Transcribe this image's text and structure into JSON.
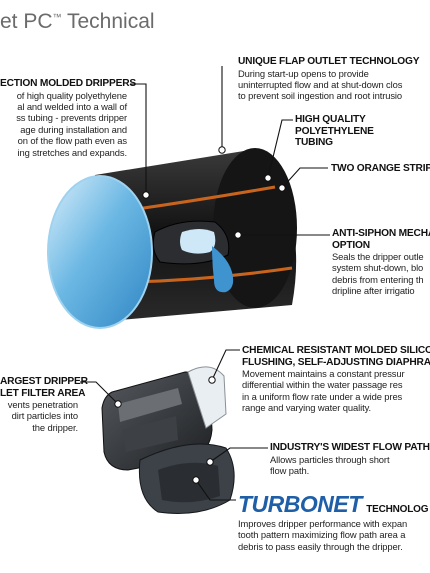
{
  "page": {
    "title": "et PC",
    "title_tm": "™",
    "title_tail": " Technical"
  },
  "callouts": {
    "flap": {
      "heading": "UNIQUE FLAP OUTLET TECHNOLOGY",
      "lines": [
        "During start-up opens to provide",
        "uninterrupted flow and at shut-down clos",
        "to prevent soil ingestion and root intrusio"
      ]
    },
    "injection": {
      "heading": "ECTION MOLDED DRIPPERS",
      "lines": [
        "of high quality polyethylene",
        "al and welded into a wall of",
        "ss tubing - prevents dripper",
        "age during installation and",
        "on of the flow path even as",
        "ing stretches and expands."
      ]
    },
    "polyethylene": {
      "heading_lines": [
        "HIGH QUALITY",
        "POLYETHYLENE",
        "TUBING"
      ]
    },
    "stripes": {
      "heading": "TWO ORANGE STRIPE"
    },
    "antisiphon": {
      "heading_lines": [
        "ANTI-SIPHON MECHA",
        "OPTION"
      ],
      "lines": [
        "Seals the dripper outle",
        "system shut-down, blo",
        "debris from entering th",
        "dripline after irrigatio"
      ]
    },
    "chemical": {
      "heading_lines": [
        "CHEMICAL RESISTANT MOLDED SILICON",
        "FLUSHING, SELF-ADJUSTING DIAPHRAG"
      ],
      "lines": [
        "Movement maintains a constant pressur",
        "differential within the water passage res",
        "in a uniform flow rate under a wide pres",
        "range and varying water quality."
      ]
    },
    "filter": {
      "heading_lines": [
        "ARGEST DRIPPER",
        "LET FILTER AREA"
      ],
      "lines": [
        "vents penetration",
        "dirt particles into",
        "the dripper."
      ]
    },
    "flowpath": {
      "heading": "INDUSTRY'S  WIDEST FLOW PATH",
      "lines": [
        "Allows particles through short",
        "flow path."
      ]
    },
    "turbonet": {
      "logo": "TURBONET",
      "suffix": "TECHNOLOG",
      "lines": [
        "Improves dripper performance with expan",
        "tooth pattern maximizing flow path area a",
        "debris to pass easily through the dripper."
      ]
    }
  },
  "colors": {
    "tube": "#1b1b1b",
    "stripe": "#c8641e",
    "water": "#4aa3d8",
    "water_light": "#cfe8f7",
    "logo": "#1f5fa8",
    "leader": "#111111"
  }
}
